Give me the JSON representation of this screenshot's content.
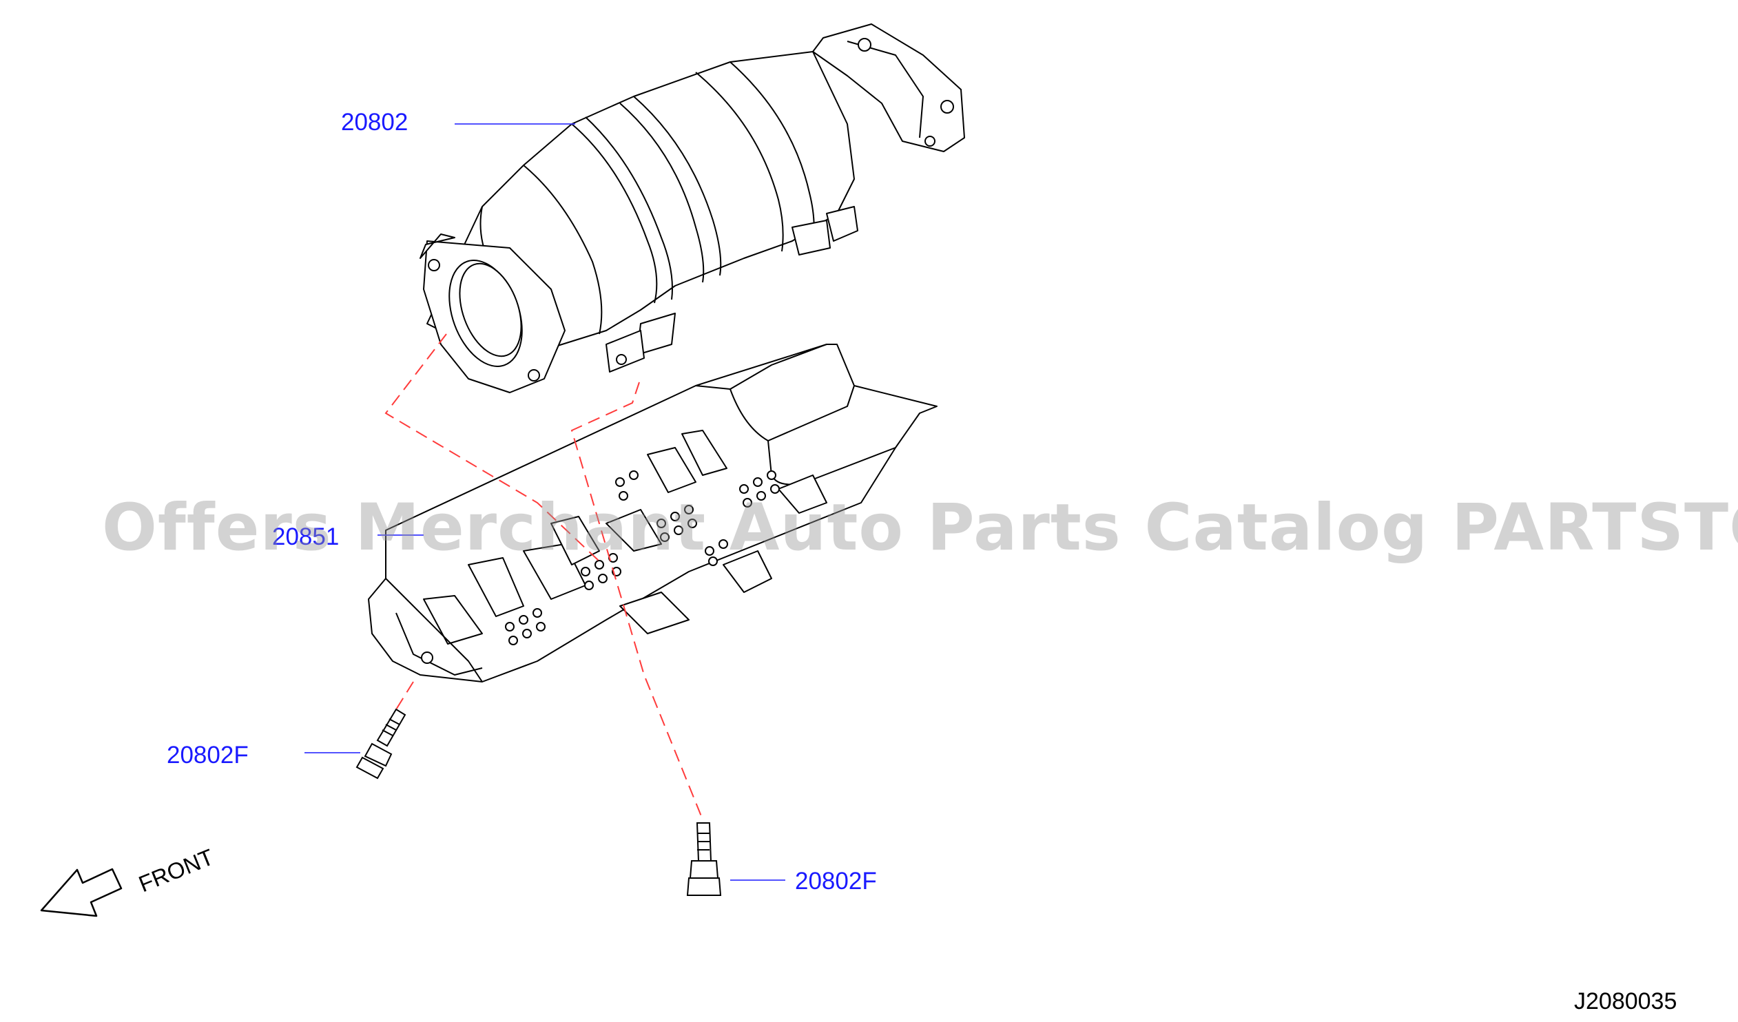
{
  "callouts": {
    "catalytic_converter": "20802",
    "heat_insulator": "20851",
    "bolt_left": "20802F",
    "bolt_right": "20802F"
  },
  "direction_label": "FRONT",
  "reference_code": "J2080035",
  "watermark": "Offers Merchant Auto Parts Catalog PARTSTORE.SA",
  "colors": {
    "callout_text": "#1a1aff",
    "leader_line": "#3a3aff",
    "dashed_line": "#ff3b3b",
    "outline": "#000000",
    "watermark": "#969696"
  }
}
